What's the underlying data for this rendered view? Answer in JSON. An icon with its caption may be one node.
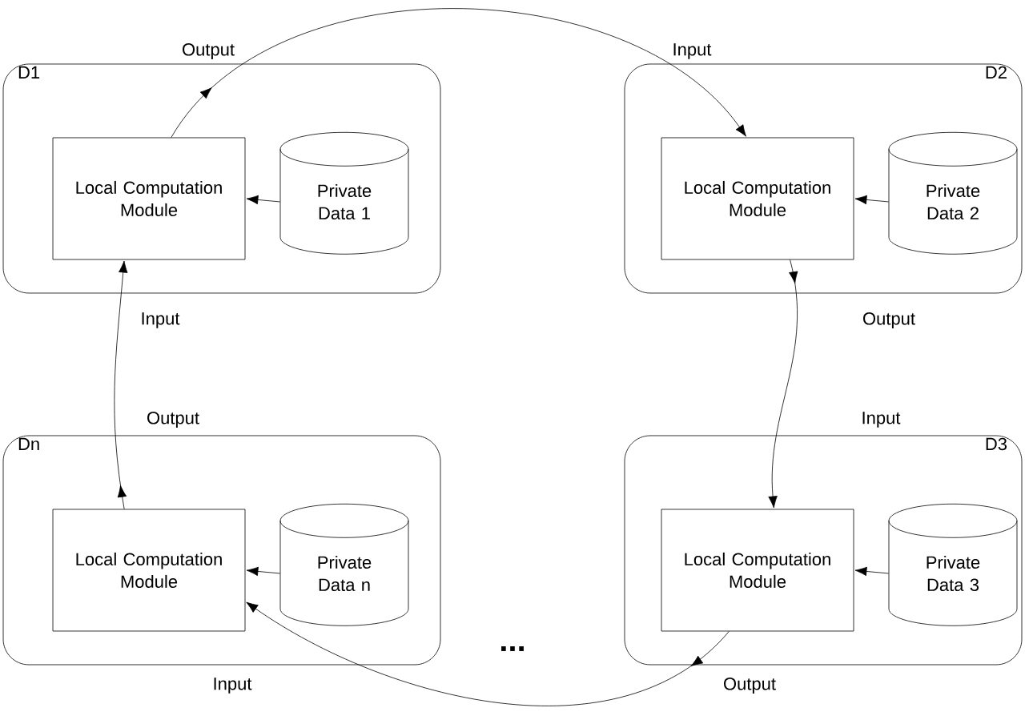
{
  "diagram": {
    "nodes": [
      {
        "text": [
          "D1"
        ]
      },
      {
        "text": [
          "Local Computation Module"
        ],
        "in": 0
      },
      {
        "text": [
          "Private Data 1"
        ],
        "in": 0
      },
      {
        "text": [
          "D2"
        ]
      },
      {
        "text": [
          "Local Computation Module"
        ],
        "in": 3
      },
      {
        "text": [
          "Private Data 2"
        ],
        "in": 3
      },
      {
        "text": [
          "Dn"
        ]
      },
      {
        "text": [
          "Local Computation Module"
        ],
        "in": 6
      },
      {
        "text": [
          "Private Data n"
        ],
        "in": 6
      },
      {
        "text": [
          "D3"
        ]
      },
      {
        "text": [
          "Local Computation Module"
        ],
        "in": 9
      },
      {
        "text": [
          "Private Data 3"
        ],
        "in": 9
      }
    ],
    "edges": [
      {
        "from": 2,
        "to": 1,
        "arrow": "to"
      },
      {
        "from": 5,
        "to": 4,
        "arrow": "to"
      },
      {
        "from": 8,
        "to": 7,
        "arrow": "to"
      },
      {
        "from": 11,
        "to": 10,
        "arrow": "to"
      },
      {
        "from": 1,
        "to": 4,
        "arrow": "to"
      },
      {
        "from": 4,
        "to": 10,
        "arrow": "to"
      },
      {
        "from": 10,
        "to": 7,
        "arrow": "to"
      },
      {
        "from": 7,
        "to": 1,
        "arrow": "to"
      }
    ],
    "labels": [
      "Output",
      "Input",
      "Input",
      "Output",
      "Output",
      "Input",
      "Input",
      "...",
      "Output"
    ]
  }
}
